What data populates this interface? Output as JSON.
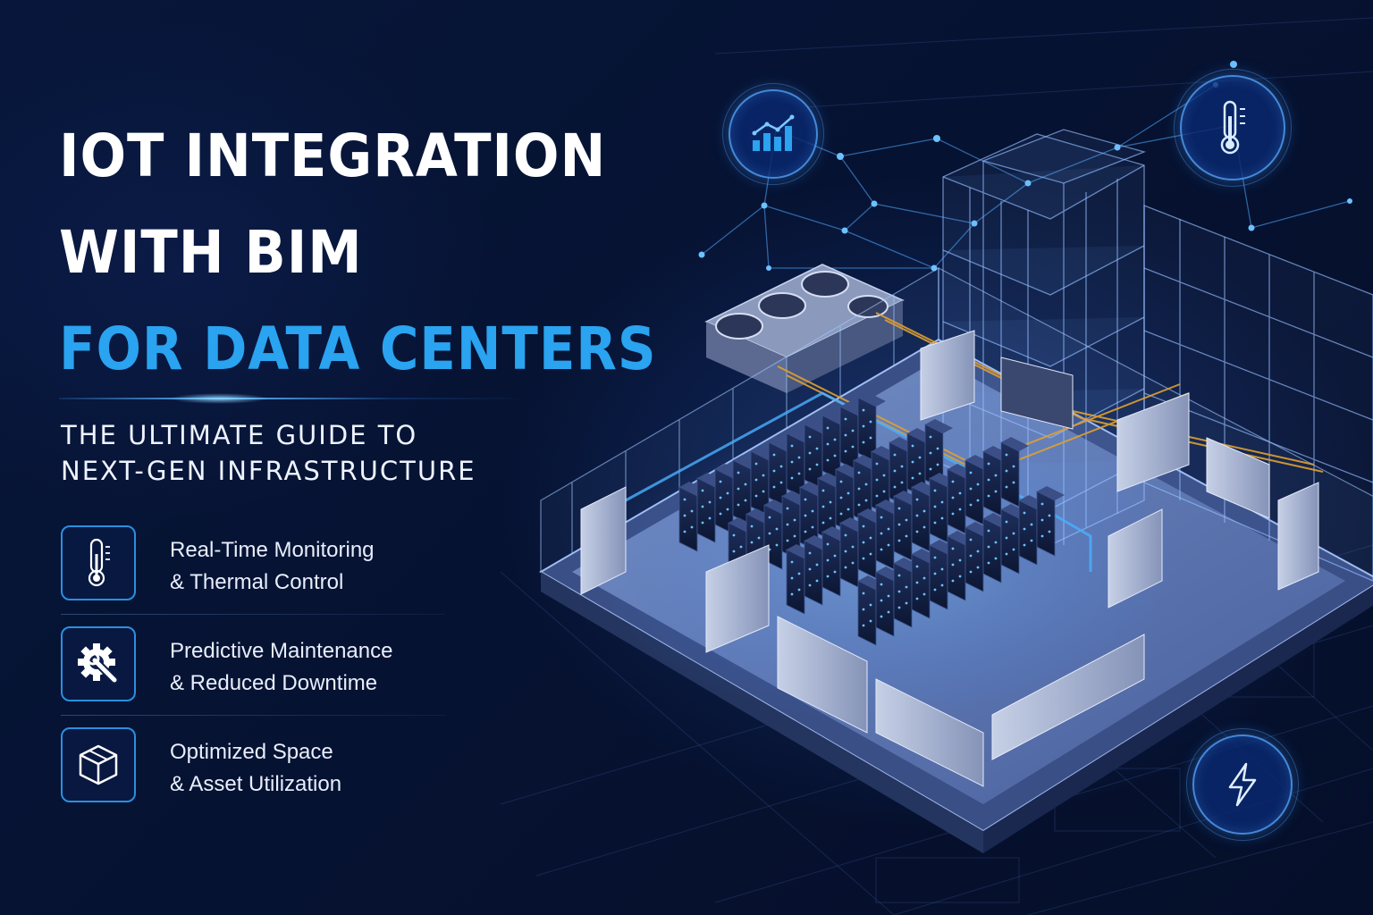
{
  "title": {
    "line1": "IOT INTEGRATION",
    "line2": "WITH BIM",
    "line3": "FOR DATA CENTERS"
  },
  "subtitle": {
    "line1": "THE ULTIMATE GUIDE TO",
    "line2": "NEXT-GEN INFRASTRUCTURE"
  },
  "features": [
    {
      "icon": "thermometer-icon",
      "line1": "Real-Time Monitoring",
      "line2": "& Thermal Control"
    },
    {
      "icon": "gear-wrench-icon",
      "line1": "Predictive Maintenance",
      "line2": "& Reduced Downtime"
    },
    {
      "icon": "cube-icon",
      "line1": "Optimized Space",
      "line2": "& Asset Utilization"
    }
  ],
  "floating_icons": [
    "chart-growth-icon",
    "thermometer-icon",
    "lightning-bolt-icon"
  ],
  "colors": {
    "background": "#06112e",
    "title_white": "#ffffff",
    "title_accent": "#2aa3f0",
    "icon_border": "#2a8fe0",
    "cable_orange": "#e0a030",
    "server_glow": "#4aa8ff"
  }
}
